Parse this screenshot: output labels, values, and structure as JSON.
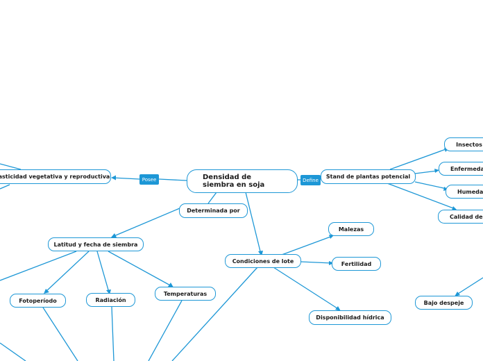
{
  "map": {
    "central": {
      "title": "Densidad de siembra en soja"
    },
    "connectors": {
      "posee": "Posee",
      "define": "Define",
      "determinada_por": "Determinada por"
    },
    "nodes": {
      "plasticidad": "Plasticidad vegetativa y reproductiva",
      "stand": "Stand de plantas potencial",
      "latitud": "Latitud y fecha de siembra",
      "condiciones": "Condiciones de lote",
      "fotoperiodo": "Fotoperíodo",
      "radiacion": "Radiación",
      "temperaturas": "Temperaturas",
      "malezas": "Malezas",
      "fertilidad": "Fertilidad",
      "disponibilidad": "Disponibilidad hídrica",
      "insectos": "Insectos",
      "enfermedad": "Enfermedad",
      "humedad": "Humedad",
      "calidad": "Calidad de si",
      "bajo_despeje": "Bajo despeje"
    },
    "colors": {
      "accent": "#1d97d6",
      "node_bg": "#ffffff",
      "text": "#1a1a1a"
    }
  }
}
